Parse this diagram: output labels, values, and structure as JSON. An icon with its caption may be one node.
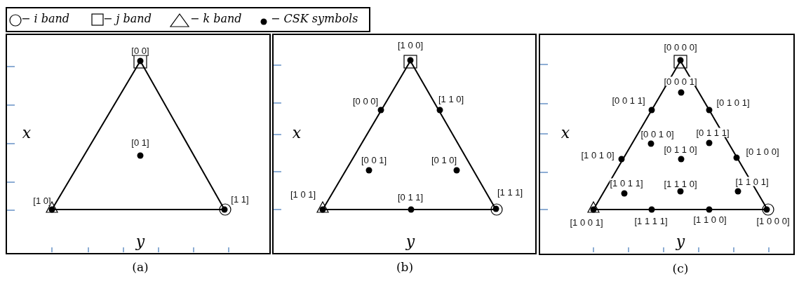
{
  "diagram": {
    "nodes": [
      {
        "text": [
          "x",
          "y"
        ],
        "beside": [
          "(a)"
        ]
      },
      {
        "text": [
          "x",
          "y"
        ],
        "beside": [
          "(b)"
        ]
      },
      {
        "text": [
          "x",
          "y"
        ],
        "beside": [
          "(c)"
        ]
      }
    ],
    "labels": [
      "[0 0]",
      "[0 1]",
      "[1 0]",
      "[1 1]",
      "[1 0 0]",
      "[0 0 0]",
      "[1 1 0]",
      "[0 0 1]",
      "[0 1 0]",
      "[1 0 1]",
      "[1 1 1]",
      "[0 1 1]",
      "[0 0 0 0]",
      "[0 0 0 1]",
      "[0 0 1 1]",
      "[0 1 0 1]",
      "[0 0 1 0]",
      "[0 1 1 1]",
      "[1 0 1 0]",
      "[0 1 1 0]",
      "[0 1 0 0]",
      "[1 0 1 1]",
      "[1 1 1 0]",
      "[1 1 0 1]",
      "[1 0 0 1]",
      "[1 1 1 1]",
      "[1 1 0 0]",
      "[1 0 0 0]"
    ],
    "legend": [
      {
        "text": "− i band"
      },
      {
        "text": "− j band"
      },
      {
        "text": "− k band"
      },
      {
        "text": "− CSK symbols"
      }
    ]
  }
}
